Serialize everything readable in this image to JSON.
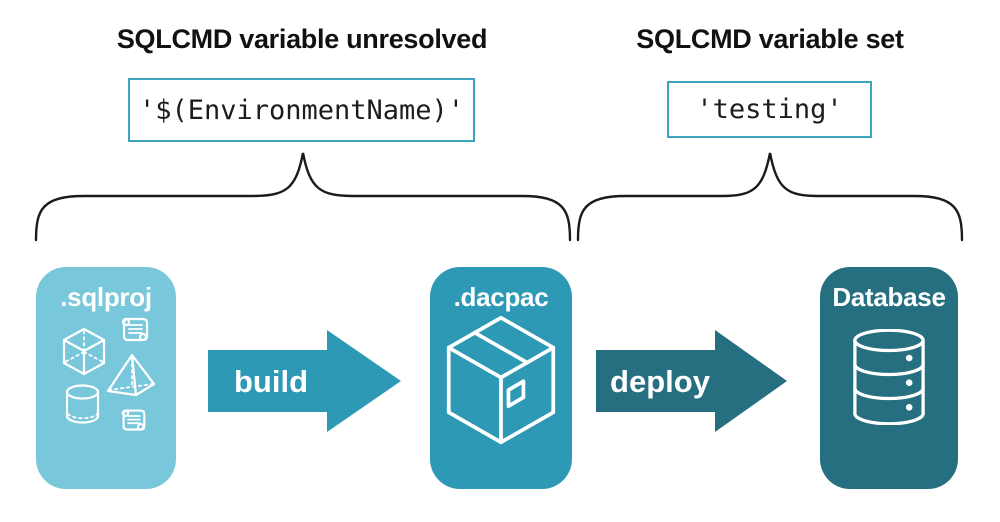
{
  "title_left": "SQLCMD variable unresolved",
  "title_right": "SQLCMD variable set",
  "code_left": "'$(EnvironmentName)'",
  "code_right": "'testing'",
  "nodes": [
    {
      "label": ".sqlproj",
      "color": "#79C7DB",
      "icons": [
        "scroll-icon",
        "cube-icon",
        "pyramid-icon",
        "cylinder-icon",
        "scroll-icon"
      ]
    },
    {
      "label": ".dacpac",
      "color": "#2E99B4",
      "icons": [
        "package-icon"
      ]
    },
    {
      "label": "Database",
      "color": "#266F80",
      "icons": [
        "database-icon"
      ]
    }
  ],
  "arrows": [
    {
      "label": "build",
      "color": "#2E99B4"
    },
    {
      "label": "deploy",
      "color": "#266F80"
    }
  ],
  "colors": {
    "background": "#FFFFFF",
    "code_box_border": "#3EA3BC",
    "brace": "#1B1B1B",
    "heading_text": "#111111",
    "code_text": "#1C1C1C",
    "icon_stroke": "#FFFFFF",
    "node_label_text": "#FFFFFF"
  }
}
